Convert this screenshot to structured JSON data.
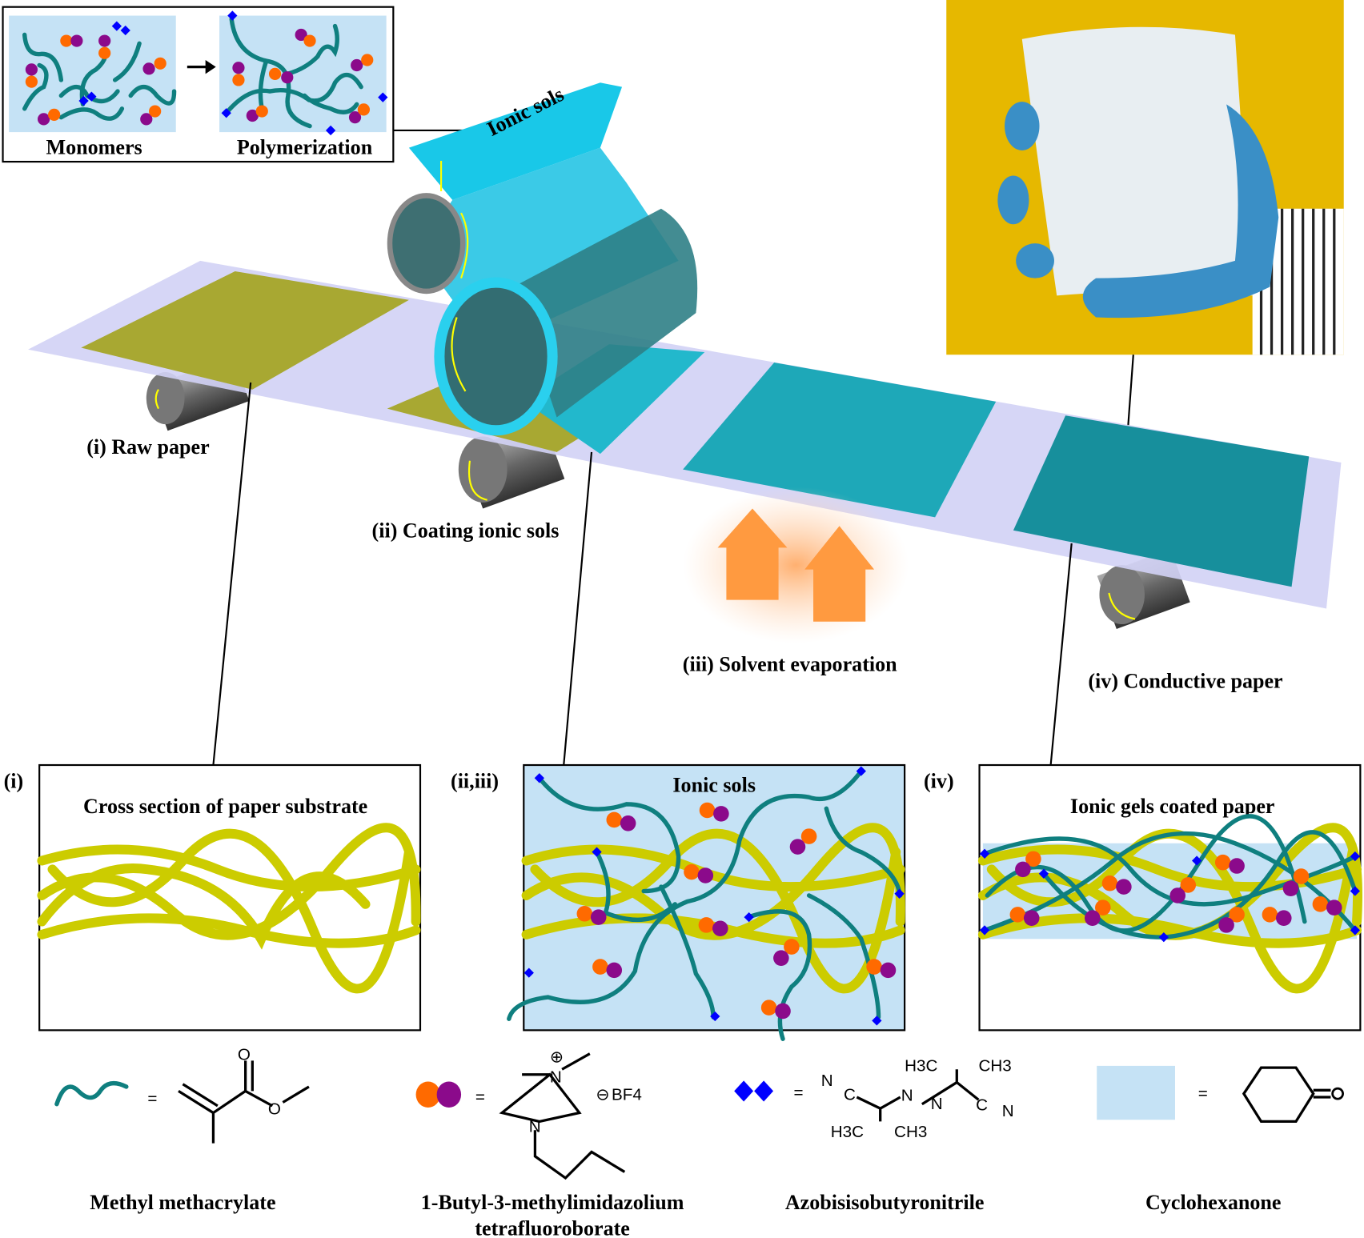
{
  "inset": {
    "left_label": "Monomers",
    "right_label": "Polymerization"
  },
  "hopper_label": "Ionic sols",
  "steps": [
    {
      "label": "(i) Raw paper"
    },
    {
      "label": "(ii) Coating ionic sols"
    },
    {
      "label": "(iii) Solvent evaporation"
    },
    {
      "label": "(iv) Conductive paper"
    }
  ],
  "panels": [
    {
      "tag": "(i)",
      "title": "Cross section of paper substrate"
    },
    {
      "tag": "(ii,iii)",
      "title": "Ionic sols"
    },
    {
      "tag": "(iv)",
      "title": "Ionic gels coated paper"
    }
  ],
  "legend": [
    {
      "name": "Methyl methacrylate",
      "eq": "="
    },
    {
      "name": "1-Butyl-3-methylimidazolium",
      "name2": "tetrafluoroborate",
      "eq": "=",
      "anion": "BF4",
      "charge": "⊕",
      "neg": "⊖"
    },
    {
      "name": "Azobisisobutyronitrile",
      "eq": "="
    },
    {
      "name": "Cyclohexanone",
      "eq": "="
    }
  ],
  "chem_atoms": {
    "O": "O",
    "N": "N",
    "C": "C",
    "H3C": "H3C",
    "CH3": "CH3"
  },
  "colors": {
    "chain": "#0f7f7f",
    "fiber": "#cccc00",
    "cation": "#ff6a00",
    "anion": "#8b0a8b",
    "initiator": "#0000ff",
    "solvent": "#c5e2f5",
    "belt": "#d2d2f5"
  }
}
